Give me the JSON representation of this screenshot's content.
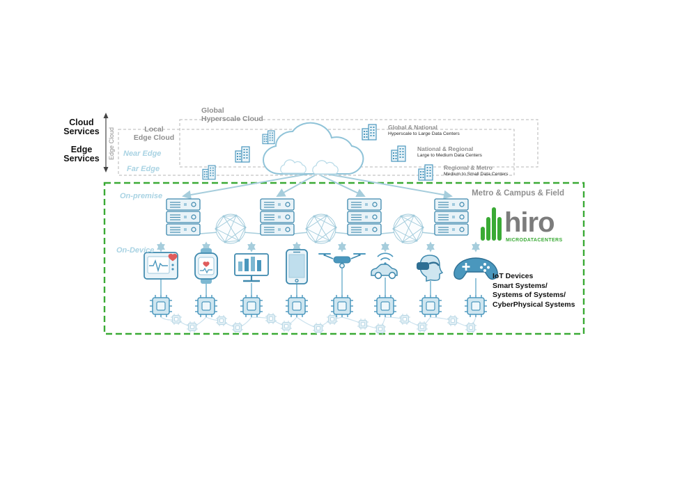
{
  "axis": {
    "cloud_services": [
      "Cloud",
      "Services"
    ],
    "edge_services": [
      "Edge",
      "Services"
    ],
    "rotated_label": "Edge Cloud"
  },
  "cloud_layers": {
    "global": [
      "Global",
      "Hyperscale Cloud"
    ],
    "local": [
      "Local",
      "Edge Cloud"
    ],
    "near_edge": "Near Edge",
    "far_edge": "Far Edge"
  },
  "datacenter_tiers": [
    {
      "title": "Global & National",
      "subtitle": "Hyperscale to Large Data Centers"
    },
    {
      "title": "National & Regional",
      "subtitle": "Large to Medium Data Centers"
    },
    {
      "title": "Regional & Metro",
      "subtitle": "Medium to Small Data Centers"
    }
  ],
  "field_region": {
    "title": "Metro & Campus & Field",
    "on_premise": "On-premise",
    "on_device": "On-Device"
  },
  "iot_caption": [
    "IoT Devices",
    "Smart Systems/",
    "Systems of Systems/",
    "CyberPhysical Systems"
  ],
  "logo": {
    "wordmark": "hiro",
    "tagline": "MICRODATACENTERS"
  },
  "icons": {
    "cloud": "cloud-icon",
    "datacenter_building": "datacenter-building-icon",
    "server_rack": "server-rack-icon",
    "network_mesh": "network-mesh-icon",
    "iot_chip": "iot-chip-icon",
    "devices": [
      "medical-monitor-icon",
      "smartwatch-icon",
      "desktop-computer-icon",
      "smartphone-icon",
      "drone-icon",
      "connected-car-icon",
      "vr-headset-icon",
      "game-controller-icon"
    ]
  },
  "colors": {
    "diagram_blue": "#3d88ad",
    "arrow_blue": "#a6cddc",
    "pale_blue": "#cfe6f0",
    "edge_label_blue": "#a9d3e3",
    "boundary_green": "#3aaa35",
    "gray_text": "#8f8f8f",
    "dashed_gray": "#b4b4b4",
    "black_text": "#111111",
    "heart_red": "#e05c5c",
    "logo_gray": "#7c7c7c"
  }
}
